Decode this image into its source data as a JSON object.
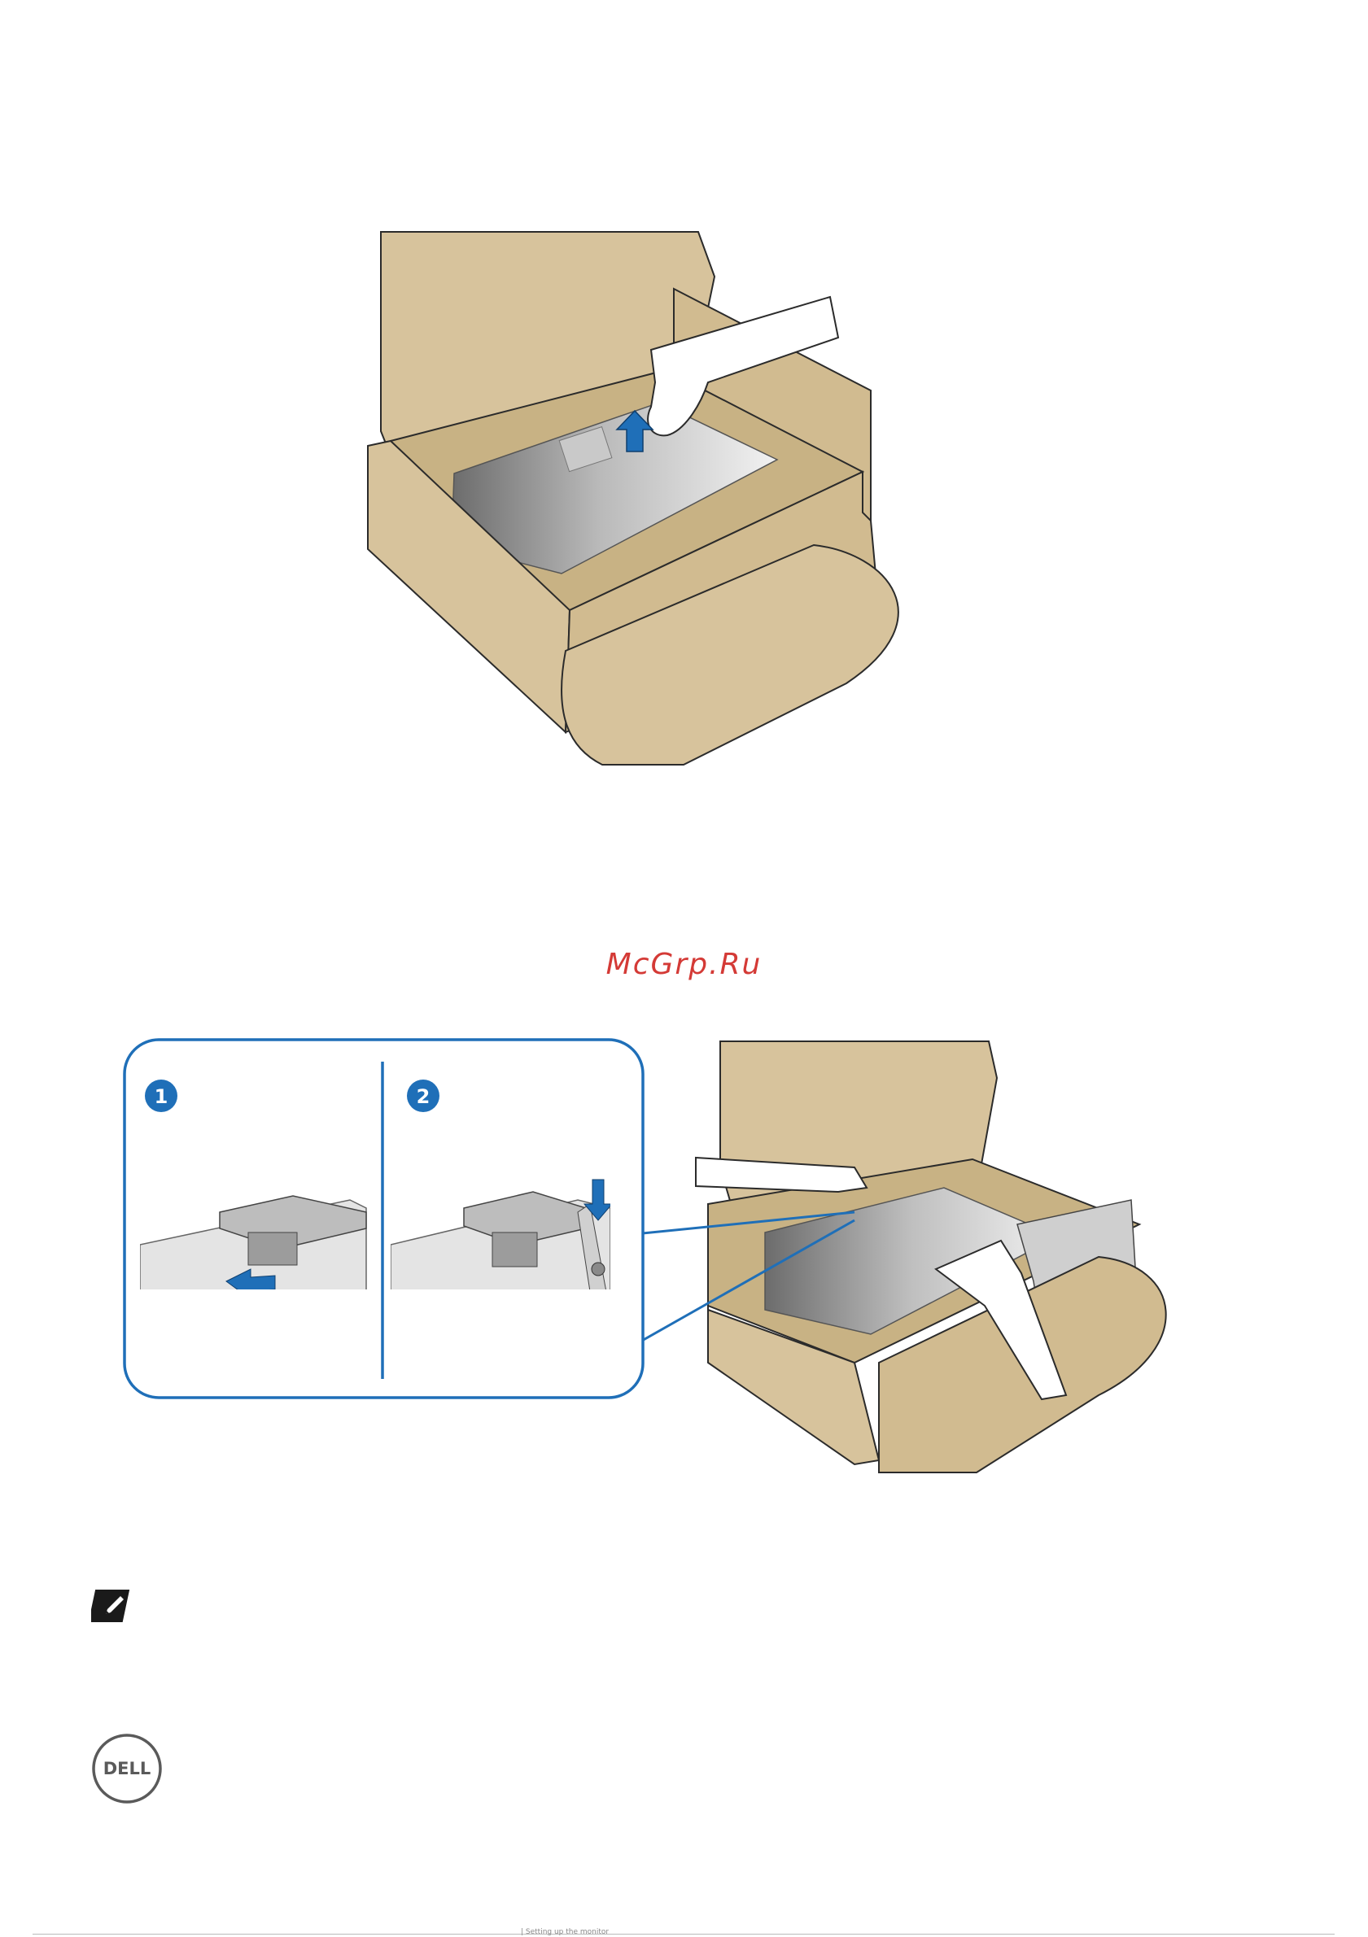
{
  "watermark": "McGrp.Ru",
  "inset": {
    "step_1": "1",
    "step_2": "2"
  },
  "footer": {
    "text": "|  Setting up the monitor"
  },
  "colors": {
    "cardboard": "#d7c39c",
    "cardboard_dark": "#c8b284",
    "outline": "#2b2b2b",
    "accent_blue": "#1f6fb8",
    "watermark": "#d43a36"
  },
  "icons": [
    "note-icon",
    "dell-logo",
    "up-arrow-icon",
    "down-arrow-icon",
    "left-arrow-icon"
  ]
}
